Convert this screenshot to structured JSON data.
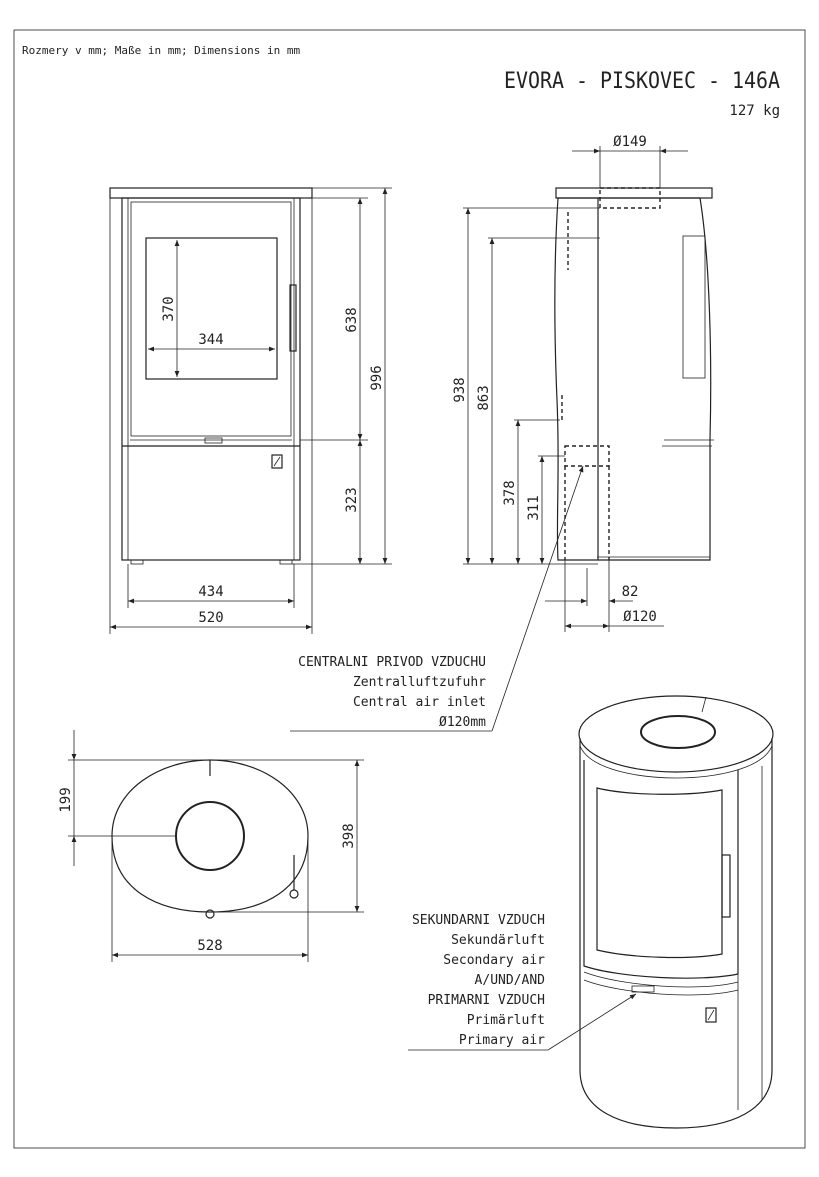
{
  "header": {
    "units_note": "Rozmery v mm; Maße in mm; Dimensions in mm",
    "title": "EVORA - PISKOVEC - 146A",
    "weight": "127 kg"
  },
  "front_view": {
    "window_height": "370",
    "window_width": "344",
    "upper_height": "638",
    "lower_height": "323",
    "total_height": "996",
    "inner_width": "434",
    "outer_width": "520"
  },
  "side_view": {
    "flue_diameter": "Ø149",
    "flue_height_top": "938",
    "flue_height_rear": "863",
    "inlet_height_top": "378",
    "inlet_height_center": "311",
    "inlet_offset": "82",
    "inlet_diameter": "Ø120"
  },
  "central_air": {
    "lines": [
      "CENTRALNI PRIVOD VZDUCHU",
      "Zentralluftzufuhr",
      "Central air inlet",
      "Ø120mm"
    ]
  },
  "top_view": {
    "flue_offset": "199",
    "depth": "398",
    "width": "528"
  },
  "air_labels": {
    "lines": [
      "SEKUNDARNI VZDUCH",
      "Sekundärluft",
      "Secondary air",
      "A/UND/AND",
      "PRIMARNI VZDUCH",
      "Primärluft",
      "Primary air"
    ]
  }
}
